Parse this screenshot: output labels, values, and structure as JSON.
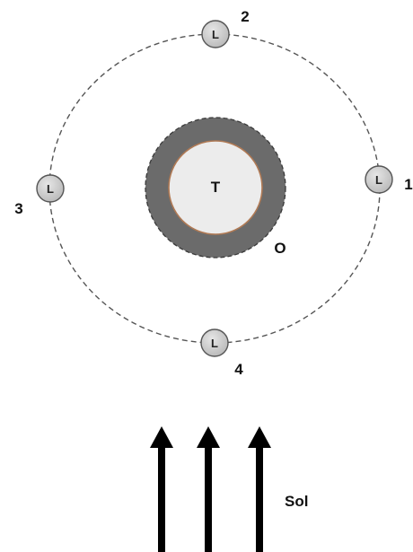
{
  "diagram": {
    "earth_label": "T",
    "shadow_label": "O",
    "moon_letter": "L",
    "moons": [
      {
        "position": "1"
      },
      {
        "position": "2"
      },
      {
        "position": "3"
      },
      {
        "position": "4"
      }
    ],
    "sun_label": "Sol"
  },
  "colors": {
    "earth_fill": "#ececec",
    "earth_border": "#b07a55",
    "shadow_fill": "#6b6b6b",
    "moon_fill": "#cfcfcf",
    "moon_border": "#555555",
    "orbit_stroke": "#555555",
    "arrow": "#000000"
  }
}
